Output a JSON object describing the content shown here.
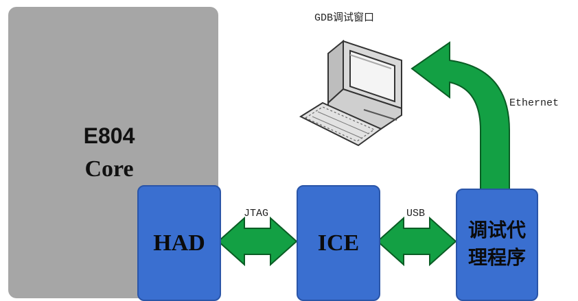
{
  "diagram": {
    "core": {
      "line1": "E804",
      "line2": "Core"
    },
    "blocks": {
      "had": "HAD",
      "ice": "ICE",
      "agent": "调试代\n理程序"
    },
    "links": {
      "jtag": "JTAG",
      "usb": "USB",
      "ethernet": "Ethernet"
    },
    "computer": {
      "label": "GDB调试窗口"
    },
    "colors": {
      "core_box": "#a6a6a6",
      "block": "#3a6fd0",
      "arrow": "#13a044",
      "arrow_stroke": "#0a5c24"
    }
  }
}
